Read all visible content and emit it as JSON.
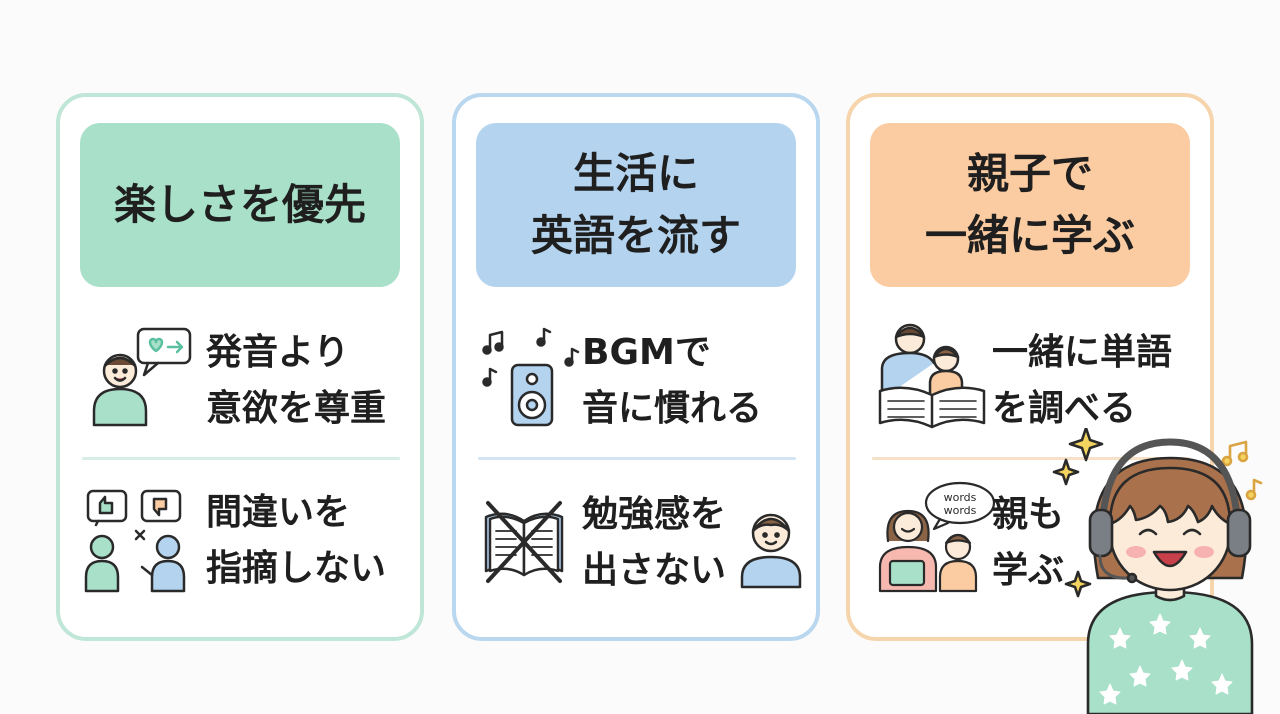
{
  "cards": [
    {
      "title_line1": "楽しさを優先",
      "items": [
        {
          "line1": "発音より",
          "line2": "意欲を尊重"
        },
        {
          "line1": "間違いを",
          "line2": "指摘しない"
        }
      ]
    },
    {
      "title_line1": "生活に",
      "title_line2": "英語を流す",
      "items": [
        {
          "line1": "BGMで",
          "line2": "音に慣れる"
        },
        {
          "line1": "勉強感を",
          "line2": "出さない"
        }
      ]
    },
    {
      "title_line1": "親子で",
      "title_line2": "一緒に学ぶ",
      "items": [
        {
          "line1": "一緒に単語",
          "line2": "を調べる"
        },
        {
          "line1": "親も",
          "line2": "学ぶ"
        }
      ]
    }
  ],
  "bubble_words": [
    "words",
    "words"
  ],
  "colors": {
    "green": "#a8e0c9",
    "blue": "#b3d3ef",
    "orange": "#fbcba1"
  },
  "icons": [
    "speech-bubble-icon",
    "child-icon",
    "thumbs-up-icon",
    "thumbs-down-icon",
    "music-note-icon",
    "speaker-icon",
    "crossed-book-icon",
    "boy-icon",
    "parent-child-reading-icon",
    "mother-child-icon",
    "headphone-girl-illustration",
    "sparkle-icon"
  ]
}
